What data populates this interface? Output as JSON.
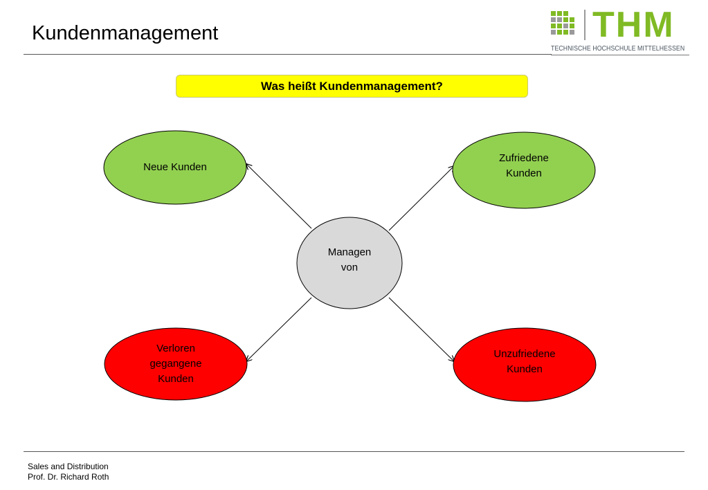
{
  "header": {
    "title": "Kundenmanagement"
  },
  "logo": {
    "text": "THM",
    "subtitle": "TECHNISCHE HOCHSCHULE MITTELHESSEN",
    "green": "#80ba24",
    "gray": "#9a9a9a"
  },
  "question": {
    "text": "Was heißt Kundenmanagement?",
    "color": "#ffff00"
  },
  "diagram": {
    "center": {
      "label": "Managen\nvon",
      "color": "#d9d9d9"
    },
    "nodes": [
      {
        "id": "neue-kunden",
        "label": "Neue Kunden",
        "color": "#92d050"
      },
      {
        "id": "zufriedene-kunden",
        "label": "Zufriedene\nKunden",
        "color": "#92d050"
      },
      {
        "id": "verlorene-kunden",
        "label": "Verloren\ngegangene\nKunden",
        "color": "#ff0000"
      },
      {
        "id": "unzufriedene-kunden",
        "label": "Unzufriedene\nKunden",
        "color": "#ff0000"
      }
    ]
  },
  "footer": {
    "line1": "Sales and Distribution",
    "line2": "Prof. Dr. Richard Roth"
  }
}
